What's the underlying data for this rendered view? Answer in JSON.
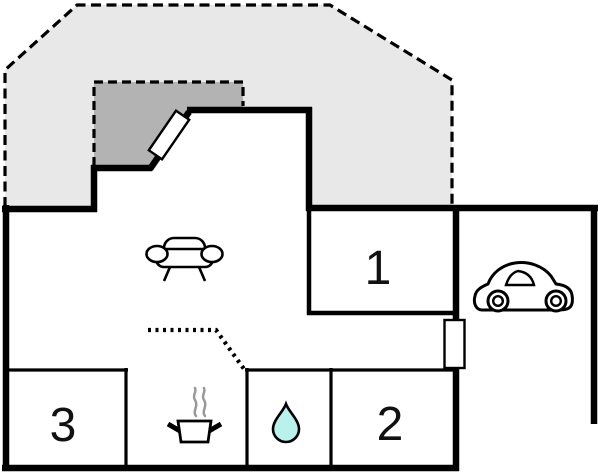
{
  "plan": {
    "type": "floor-plan",
    "rooms": [
      {
        "label": "1"
      },
      {
        "label": "2"
      },
      {
        "label": "3"
      }
    ],
    "icons": [
      "sofa-icon",
      "cooking-pot-icon",
      "water-drop-icon",
      "car-icon"
    ],
    "colors": {
      "terrace": "#e8e8e8",
      "covered_terrace": "#b3b3b3",
      "water": "#b9f1ec",
      "steam": "#999999",
      "wall": "#000000",
      "floor": "#ffffff"
    }
  }
}
